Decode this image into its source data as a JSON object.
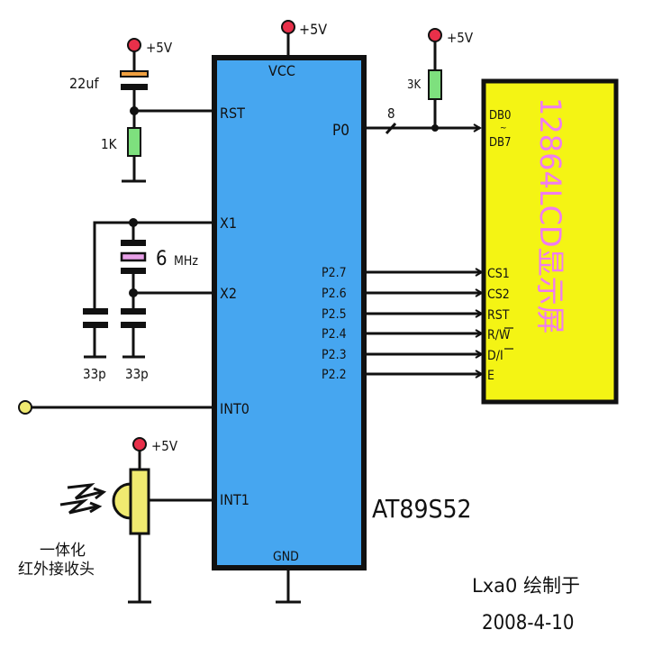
{
  "colors": {
    "mcu_fill": "#46a6f0",
    "lcd_fill": "#f4f414",
    "lcd_title": "#f07cf0",
    "vcc_dot": "#e8304a",
    "resistor_fill": "#7ee07e",
    "cap_accent": "#f0a040",
    "crystal_accent": "#e8a0e8",
    "input_dot": "#f0ea70",
    "ir_fill": "#f0ea70",
    "wire": "#111111"
  },
  "supply_label": "+5V",
  "mcu": {
    "part": "AT89S52",
    "pins": {
      "vcc": "VCC",
      "rst": "RST",
      "p0": "P0",
      "x1": "X1",
      "x2": "X2",
      "int0": "INT0",
      "int1": "INT1",
      "gnd": "GND",
      "p2": [
        "P2.7",
        "P2.6",
        "P2.5",
        "P2.4",
        "P2.3",
        "P2.2"
      ]
    }
  },
  "bus": {
    "width_label": "8"
  },
  "lcd": {
    "title": "12864LCD显示屏",
    "pins": {
      "db_start": "DB0",
      "db_tilde": "~",
      "db_end": "DB7",
      "ctrl": [
        "CS1",
        "CS2",
        "RST",
        "R/W",
        "D/I",
        "E"
      ]
    },
    "ctrl_overbar": [
      false,
      false,
      false,
      true,
      true,
      false
    ]
  },
  "components": {
    "reset_cap": "22uf",
    "reset_res": "1K",
    "pullup_res": "3K",
    "crystal": {
      "value": "6",
      "unit": "MHz"
    },
    "load_caps": [
      "33p",
      "33p"
    ],
    "ir_receiver": {
      "line1": "一体化",
      "line2": "红外接收头"
    }
  },
  "credit": {
    "line1": "Lxa0  绘制于",
    "line2": "2008-4-10"
  }
}
